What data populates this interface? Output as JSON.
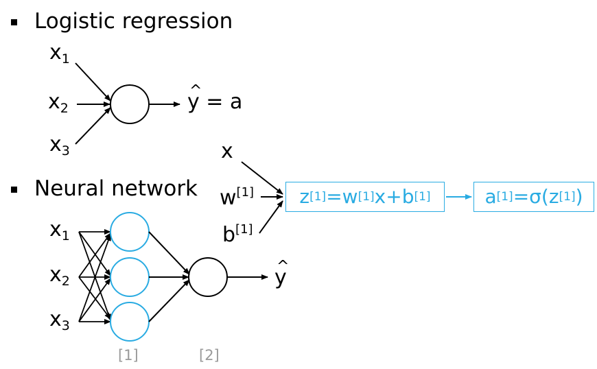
{
  "headings": {
    "logistic": "Logistic regression",
    "neural": "Neural network"
  },
  "logistic_inputs": {
    "x1": {
      "base": "x",
      "sub": "1"
    },
    "x2": {
      "base": "x",
      "sub": "2"
    },
    "x3": {
      "base": "x",
      "sub": "3"
    }
  },
  "logistic_output": {
    "yhat": "y",
    "hat": "^",
    "rest": " = a"
  },
  "neural_inputs": {
    "x1": {
      "base": "x",
      "sub": "1"
    },
    "x2": {
      "base": "x",
      "sub": "2"
    },
    "x3": {
      "base": "x",
      "sub": "3"
    }
  },
  "neural_output": {
    "yhat": "y",
    "hat": "^"
  },
  "layer_labels": {
    "layer1": "[1]",
    "layer2": "[2]"
  },
  "computation": {
    "x": "x",
    "w_base": "w",
    "w_sup": "[1]",
    "b_base": "b",
    "b_sup": "[1]"
  },
  "z_box": {
    "z": "z",
    "z_sup": "[1]",
    "eq_w": "=w",
    "w_sup": "[1]",
    "xb": "x+b",
    "b_sup": "[1]"
  },
  "a_box": {
    "a": "a",
    "a_sup": "[1]",
    "eq_sigma": "=σ(z",
    "z_sup": "[1]",
    "close": ")"
  },
  "colors": {
    "ink": "#000000",
    "accent": "#29abe2",
    "muted": "#9a9a9a"
  }
}
